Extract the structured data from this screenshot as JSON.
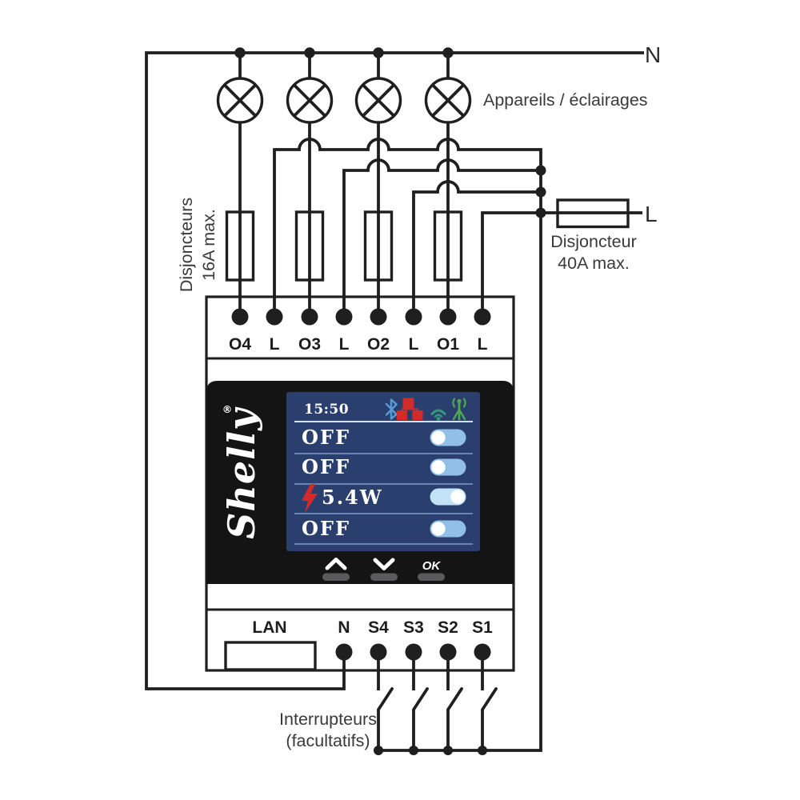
{
  "labels": {
    "neutral": "N",
    "live": "L",
    "appliances": "Appareils / éclairages",
    "breakers16": {
      "line1": "Disjoncteurs",
      "line2": "16A max."
    },
    "breaker40": {
      "line1": "Disjoncteur",
      "line2": "40A max."
    },
    "switches": {
      "line1": "Interrupteurs",
      "line2": "(facultatifs)"
    }
  },
  "device": {
    "brand": "Shelly",
    "registered_mark": "®",
    "top_terminals": [
      "O4",
      "L",
      "O3",
      "L",
      "O2",
      "L",
      "O1",
      "L"
    ],
    "lan_label": "LAN",
    "bottom_terminals": [
      "N",
      "S4",
      "S3",
      "S2",
      "S1"
    ],
    "buttons": {
      "up_icon": "chevron-up",
      "down_icon": "chevron-down",
      "ok": "OK"
    }
  },
  "screen": {
    "time": "15:50",
    "status_icons": [
      "bluetooth-icon",
      "ethernet-icon",
      "wifi-icon",
      "antenna-icon"
    ],
    "rows": [
      {
        "label": "OFF",
        "on": false,
        "power_icon": false
      },
      {
        "label": "OFF",
        "on": false,
        "power_icon": false
      },
      {
        "label": "5.4W",
        "on": true,
        "power_icon": true
      },
      {
        "label": "OFF",
        "on": false,
        "power_icon": false
      }
    ]
  },
  "colors": {
    "wire": "#1f1f1f",
    "label": "#3a3a3a",
    "screen_bg": "#2a3f6e",
    "toggle_off": "#92bfe6",
    "toggle_on": "#c2e2f8",
    "knob": "#ffffff",
    "bolt": "#d32b2b",
    "bluetooth": "#5b9bd5",
    "ethernet": "#d02c2c",
    "wifi": "#36957c",
    "antenna": "#4fa852",
    "button_gray": "#5a5a5c"
  }
}
